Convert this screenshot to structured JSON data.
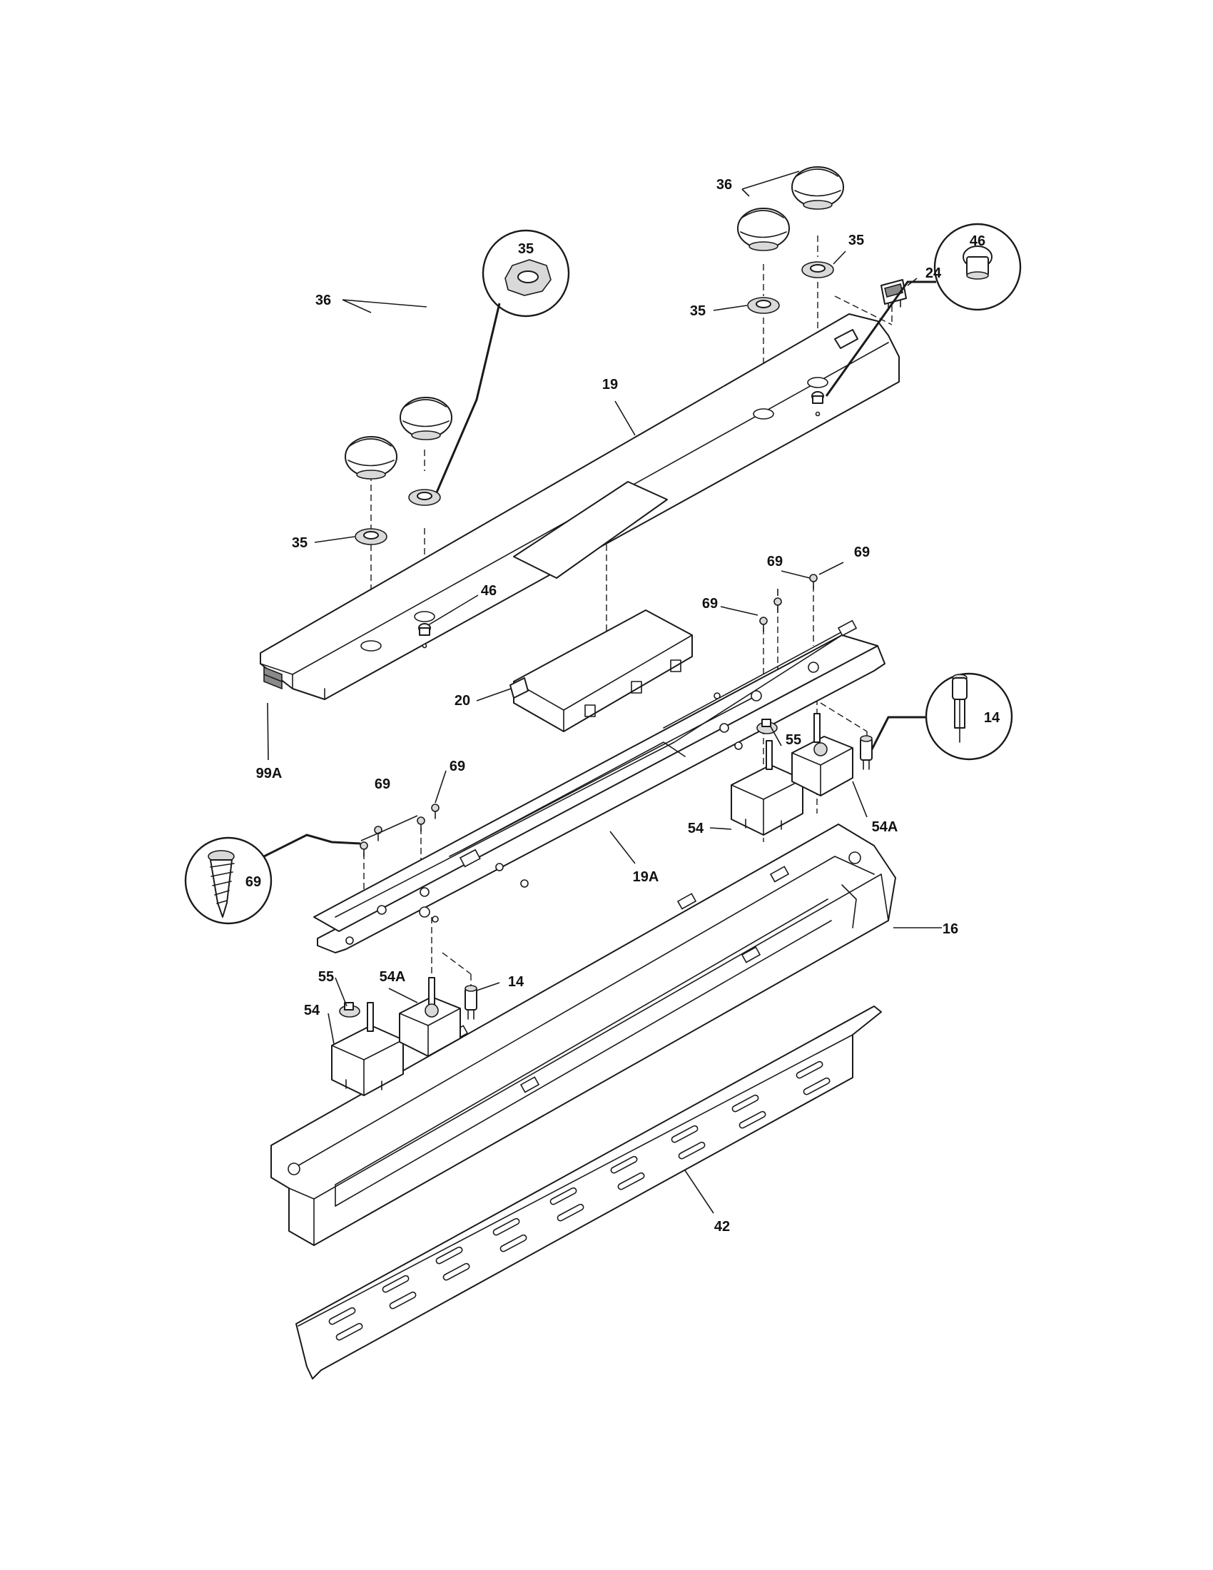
{
  "labels": {
    "p19": "19",
    "p19A": "19A",
    "p20": "20",
    "p24": "24",
    "p16": "16",
    "p42": "42",
    "p99A": "99A",
    "p36_left": "36",
    "p36_right": "36",
    "p35_left": "35",
    "p35_left_callout": "35",
    "p35_right_a": "35",
    "p35_right_b": "35",
    "p46_left": "46",
    "p46_callout": "46",
    "p14_right_callout": "14",
    "p14_left": "14",
    "p55_right": "55",
    "p55_left": "55",
    "p54_right": "54",
    "p54_left": "54",
    "p54A_right": "54A",
    "p54A_left": "54A",
    "p69_tr_a": "69",
    "p69_tr_b": "69",
    "p69_tr_c": "69",
    "p69_ml_a": "69",
    "p69_ml_b": "69",
    "p69_callout": "69"
  }
}
